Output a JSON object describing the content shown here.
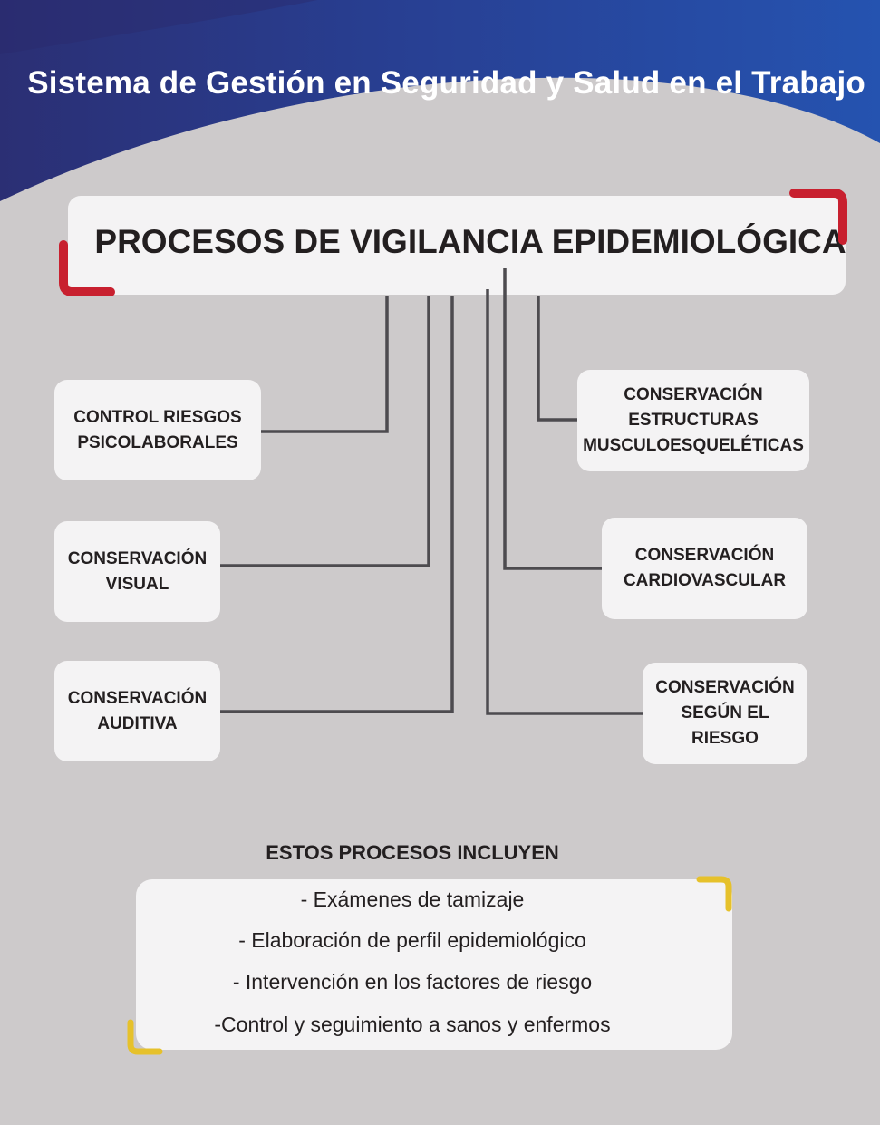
{
  "header": {
    "title": "Sistema de Gestión en Seguridad y Salud en el Trabajo"
  },
  "main": {
    "title": "PROCESOS DE VIGILANCIA EPIDEMIOLÓGICA"
  },
  "nodes": {
    "psicolaborales": "CONTROL RIESGOS\nPSICOLABORALES",
    "visual": "CONSERVACIÓN\nVISUAL",
    "auditiva": "CONSERVACIÓN\nAUDITIVA",
    "musculo": "CONSERVACIÓN\nESTRUCTURAS\nMUSCULOESQUELÉTICAS",
    "cardio": "CONSERVACIÓN\nCARDIOVASCULAR",
    "riesgo": "CONSERVACIÓN\nSEGÚN EL\nRIESGO"
  },
  "includes": {
    "title": "ESTOS PROCESOS INCLUYEN",
    "items": [
      "- Exámenes de tamizaje",
      "- Elaboración de perfil epidemiológico",
      "- Intervención en los factores de riesgo",
      "-Control y seguimiento a sanos y enfermos"
    ]
  },
  "colors": {
    "header_blue": "#27479c",
    "header_dark": "#2b2f74",
    "accent_red": "#c8202f",
    "accent_gold": "#e6c12b",
    "connector": "#4d4b4f",
    "background": "#cdcacb"
  }
}
